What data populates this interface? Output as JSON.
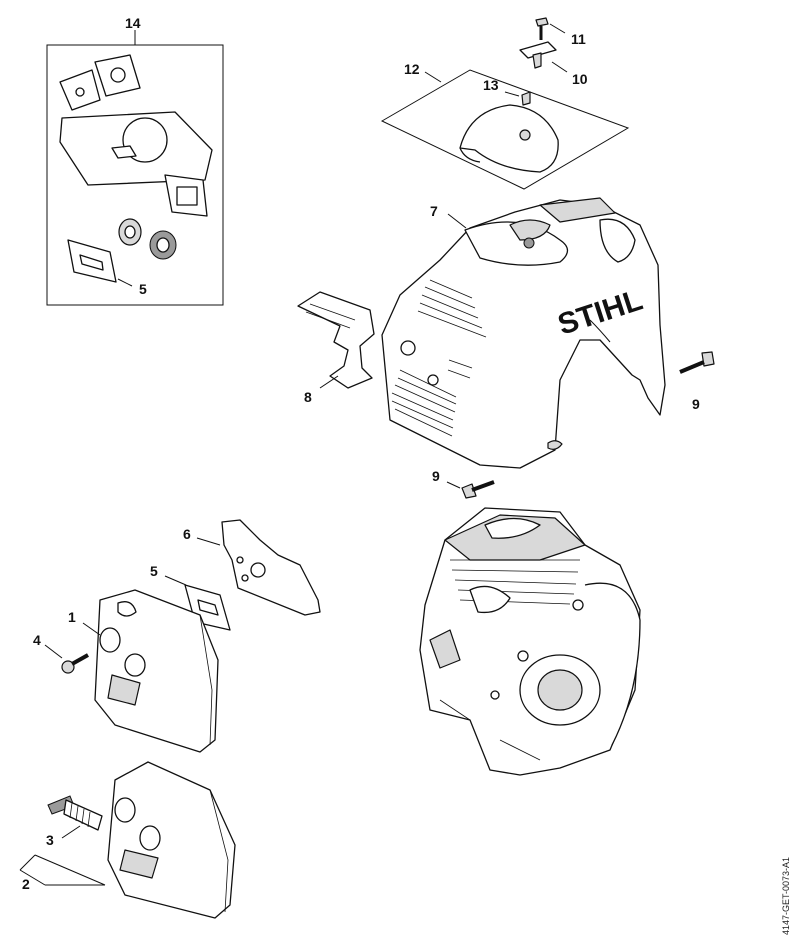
{
  "doc_id": "4147-GET-0073-A1",
  "brand_text": "STIHL",
  "callouts": [
    {
      "id": "c14",
      "text": "14"
    },
    {
      "id": "c11",
      "text": "11"
    },
    {
      "id": "c10",
      "text": "10"
    },
    {
      "id": "c12",
      "text": "12"
    },
    {
      "id": "c13",
      "text": "13"
    },
    {
      "id": "c7",
      "text": "7"
    },
    {
      "id": "c5a",
      "text": "5"
    },
    {
      "id": "c8",
      "text": "8"
    },
    {
      "id": "c9a",
      "text": "9"
    },
    {
      "id": "c9b",
      "text": "9"
    },
    {
      "id": "c6",
      "text": "6"
    },
    {
      "id": "c5b",
      "text": "5"
    },
    {
      "id": "c1",
      "text": "1"
    },
    {
      "id": "c4",
      "text": "4"
    },
    {
      "id": "c3",
      "text": "3"
    },
    {
      "id": "c2",
      "text": "2"
    }
  ]
}
